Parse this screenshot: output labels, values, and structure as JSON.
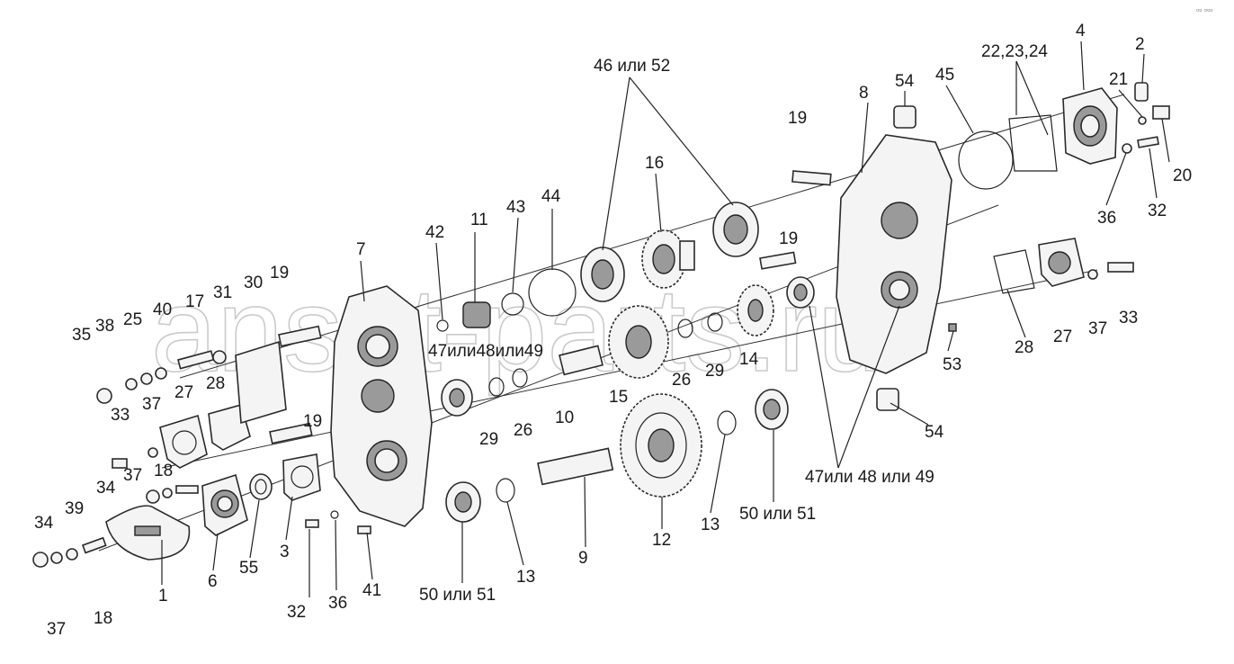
{
  "watermark": "ansat-parts.ru",
  "corner_mark": "▫▫ ▫▫▫",
  "labels": [
    "1",
    "2",
    "3",
    "4",
    "6",
    "7",
    "8",
    "9",
    "10",
    "11",
    "12",
    "13",
    "13",
    "14",
    "15",
    "16",
    "17",
    "18",
    "18",
    "19",
    "19",
    "19",
    "19",
    "20",
    "21",
    "22,23,24",
    "25",
    "26",
    "26",
    "27",
    "27",
    "28",
    "28",
    "29",
    "29",
    "30",
    "31",
    "32",
    "32",
    "33",
    "33",
    "34",
    "34",
    "35",
    "36",
    "36",
    "37",
    "37",
    "37",
    "37",
    "38",
    "39",
    "40",
    "41",
    "42",
    "43",
    "44",
    "45",
    "46 или 52",
    "47или48или49",
    "47или 48 или 49",
    "50 или 51",
    "50 или 51",
    "53",
    "54",
    "54",
    "55"
  ]
}
